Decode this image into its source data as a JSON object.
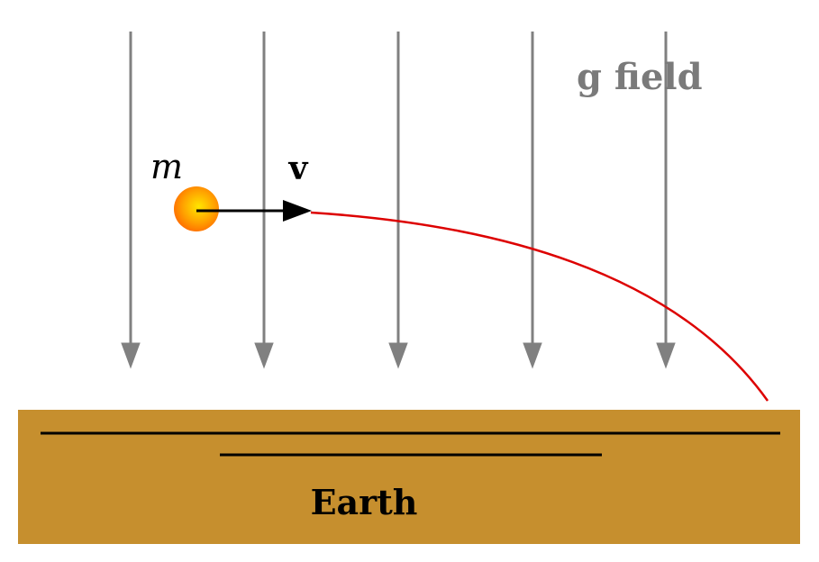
{
  "labels": {
    "field": "g field",
    "mass": "m",
    "velocity": "v",
    "earth": "Earth"
  },
  "colors": {
    "field_lines": "#808080",
    "field_label": "#7a7a7a",
    "trajectory": "#dd0000",
    "velocity_arrow": "#000000",
    "ball_center": "#ffd400",
    "ball_edge": "#ff7a00",
    "earth_fill": "#c68f2e",
    "earth_lines": "#000000",
    "text": "#000000"
  },
  "icons": {
    "mass": "ball-icon",
    "field_arrow": "arrow-down-icon"
  }
}
